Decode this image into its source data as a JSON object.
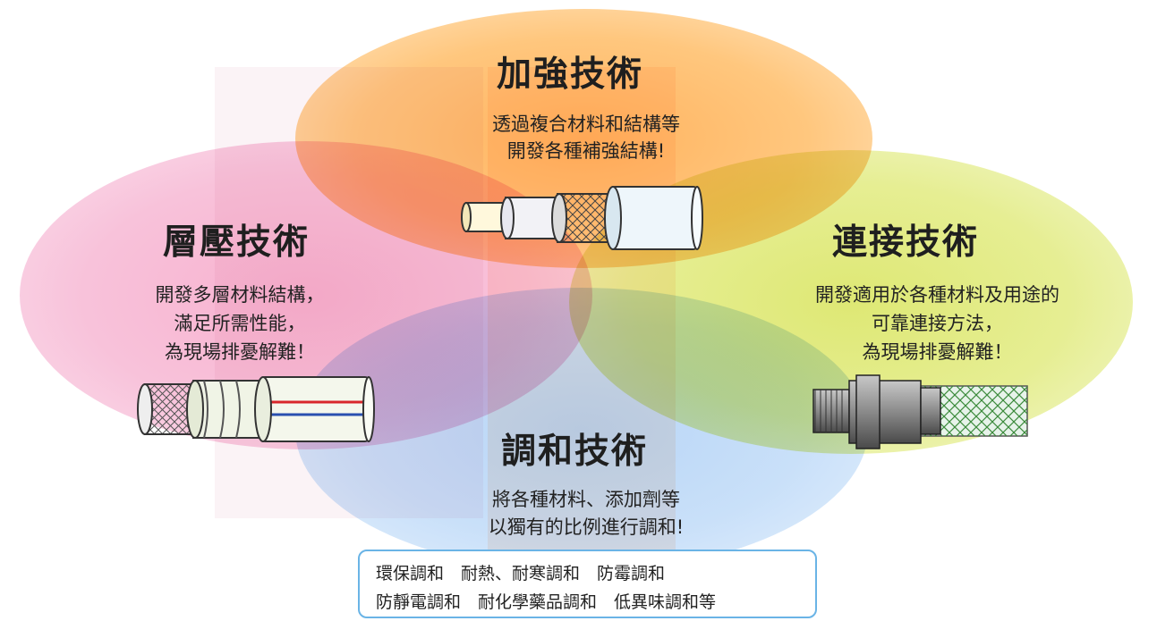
{
  "sections": {
    "top": {
      "title": "加強技術",
      "lines": [
        "透過複合材料和結構等",
        "開發各種補強結構!"
      ]
    },
    "left": {
      "title": "層壓技術",
      "lines": [
        "開發多層材料結構，",
        "滿足所需性能，",
        "為現場排憂解難！"
      ]
    },
    "right": {
      "title": "連接技術",
      "lines": [
        "開發適用於各種材料及用途的",
        "可靠連接方法，",
        "為現場排憂解難！"
      ]
    },
    "bottom": {
      "title": "調和技術",
      "lines": [
        "將各種材料、添加劑等",
        "以獨有的比例進行調和!"
      ]
    }
  },
  "notes": {
    "line1": "環保調和　耐熱、耐寒調和　防霉調和",
    "line2": "防靜電調和　耐化學藥品調和　低異味調和等"
  },
  "colors": {
    "top": "#ffb25e",
    "left": "#f7b1cf",
    "right": "#dee874",
    "bottom": "#b8d5f6",
    "notes_border": "#6ab4e6"
  },
  "icons": [
    "reinforced-hose-icon",
    "multilayer-hose-icon",
    "hose-fitting-icon"
  ]
}
